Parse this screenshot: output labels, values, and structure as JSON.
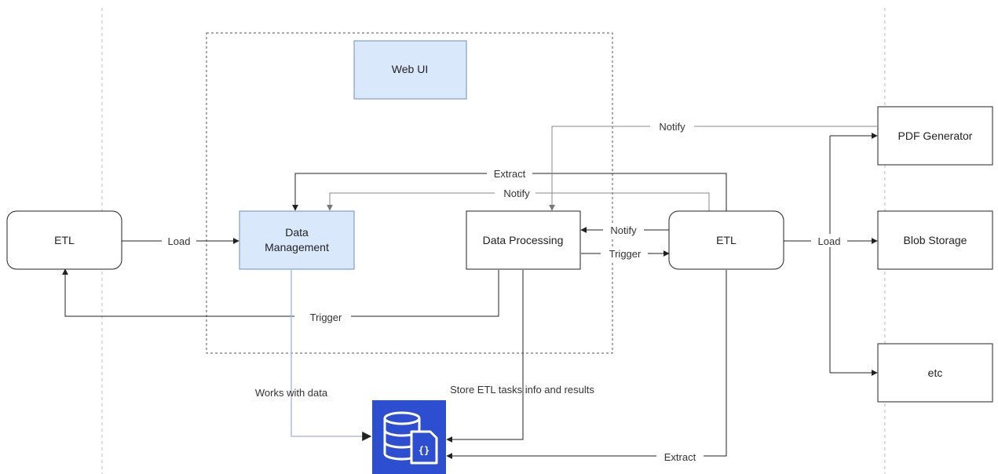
{
  "nodes": {
    "etl_left": "ETL",
    "web_ui": "Web UI",
    "data_management": [
      "Data",
      "Management"
    ],
    "data_processing": "Data Processing",
    "etl_right": "ETL",
    "pdf_generator": "PDF Generator",
    "blob_storage": "Blob Storage",
    "etc": "etc"
  },
  "edges": {
    "load_left": "Load",
    "trigger_bottom": "Trigger",
    "extract_top": "Extract",
    "notify_top": "Notify",
    "notify_mid": "Notify",
    "notify_etl": "Notify",
    "trigger_etl": "Trigger",
    "load_right": "Load",
    "works_with_data": "Works with data",
    "store_etl": "Store ETL tasks info and results",
    "extract_bottom": "Extract"
  },
  "icons": {
    "database": "database-document-icon"
  },
  "colors": {
    "highlight_fill": "#dae8fc",
    "highlight_stroke": "#6c8ebf",
    "database_fill": "#2e4ed1",
    "line": "#222222",
    "dashed_line": "#999999"
  }
}
